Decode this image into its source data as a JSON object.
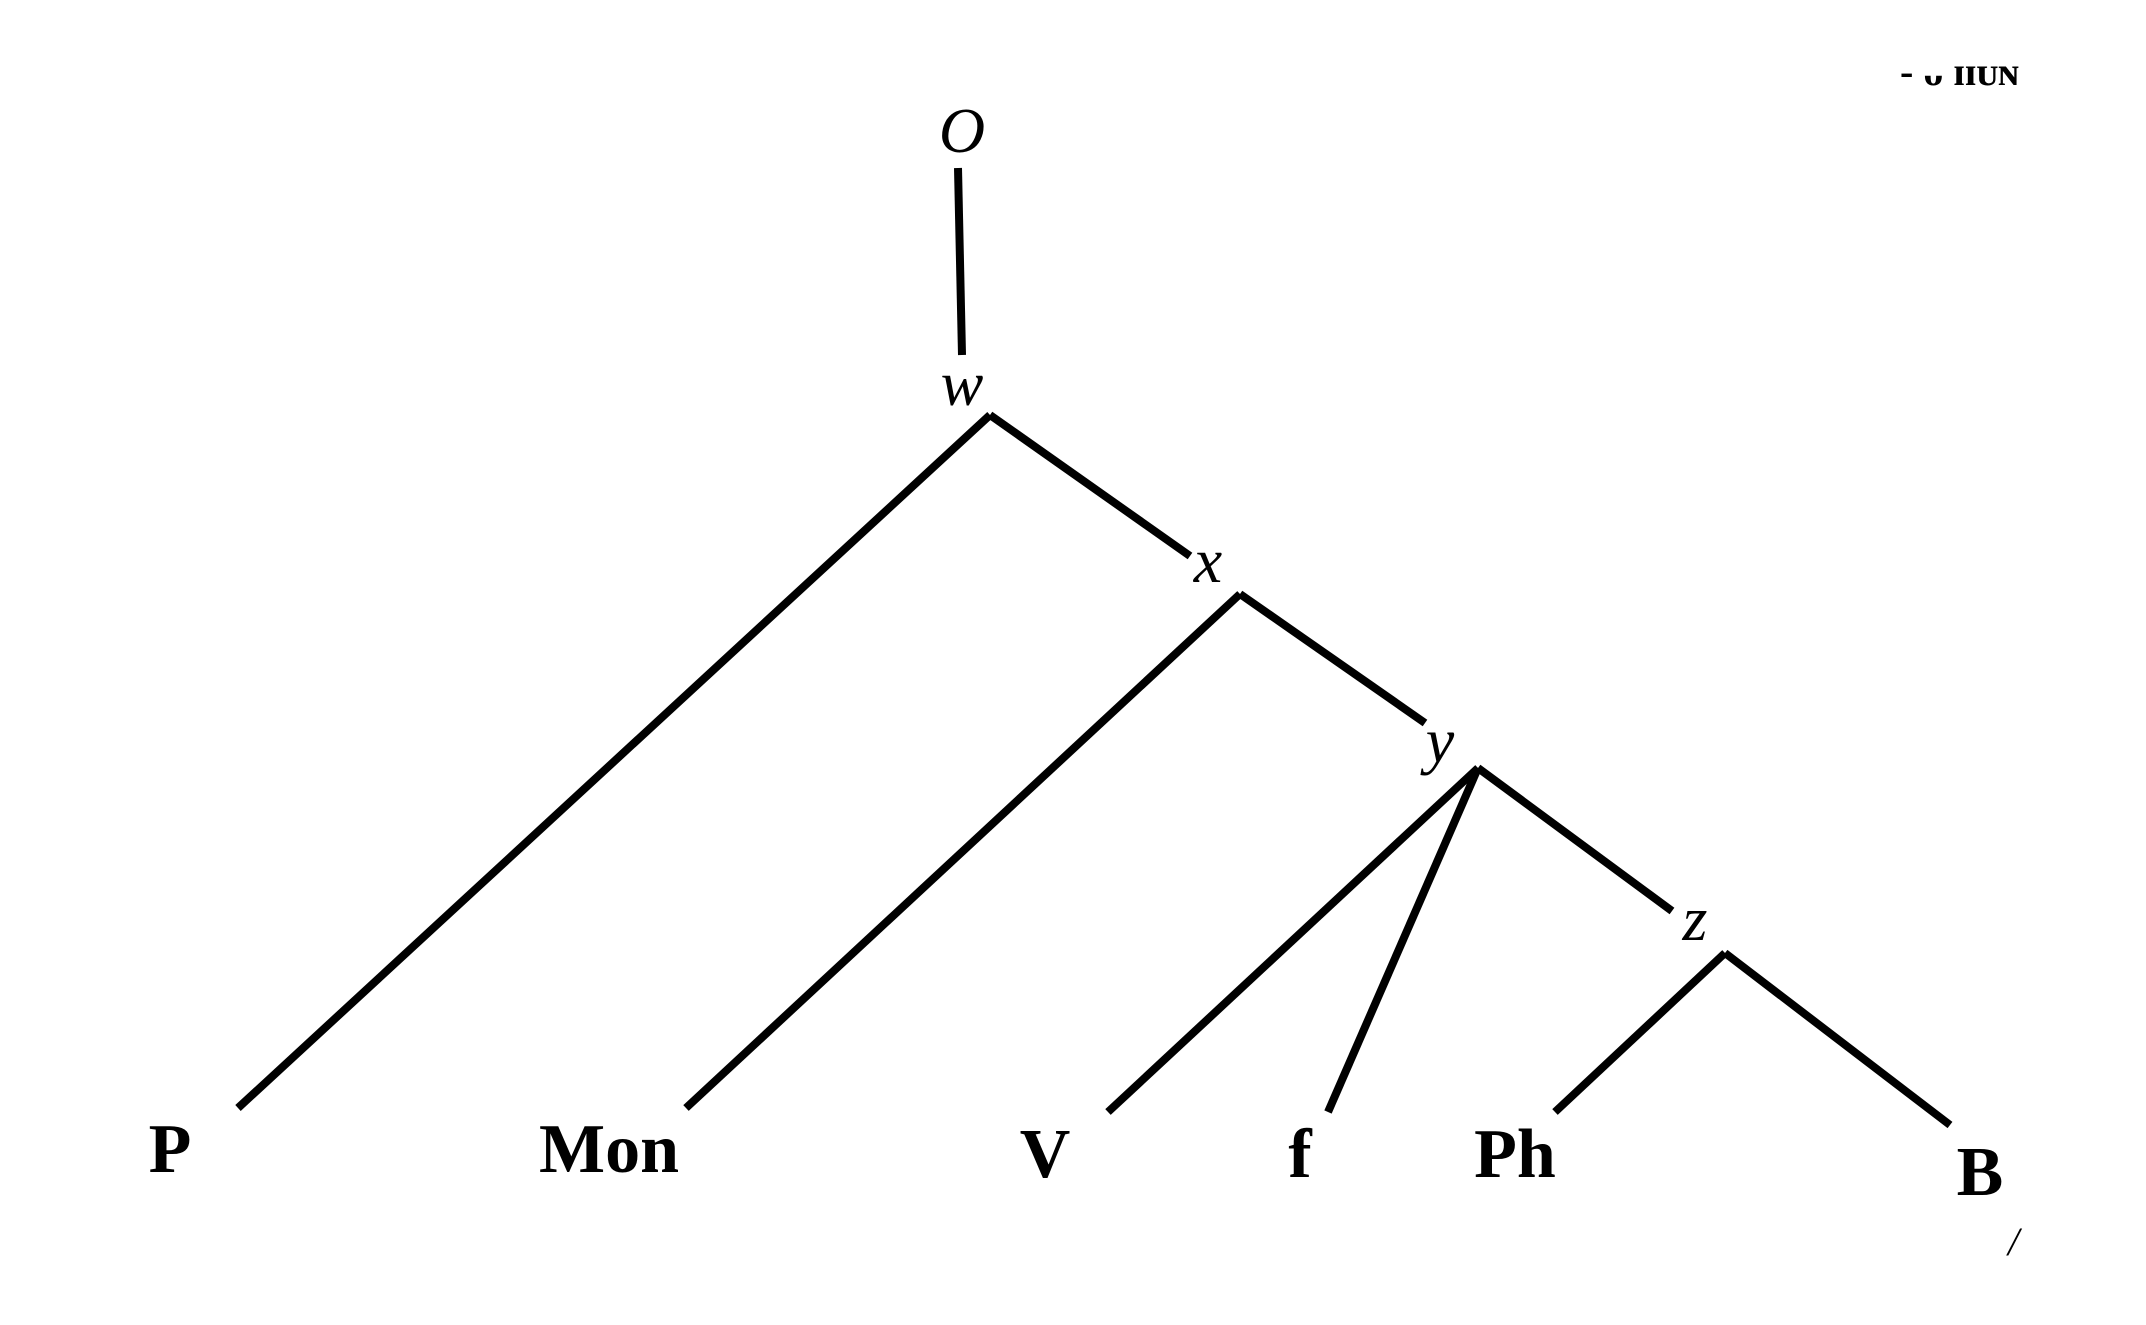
{
  "corner_fragment": "- ᴗ ɪɪᴜɴ",
  "stray_mark": "/",
  "tree": {
    "nodes": [
      {
        "id": "O",
        "label": "O",
        "kind": "root"
      },
      {
        "id": "w",
        "label": "w",
        "kind": "internal"
      },
      {
        "id": "x",
        "label": "x",
        "kind": "internal"
      },
      {
        "id": "y",
        "label": "y",
        "kind": "internal"
      },
      {
        "id": "z",
        "label": "z",
        "kind": "internal"
      },
      {
        "id": "P",
        "label": "P",
        "kind": "leaf"
      },
      {
        "id": "Mon",
        "label": "Mon",
        "kind": "leaf"
      },
      {
        "id": "V",
        "label": "V",
        "kind": "leaf"
      },
      {
        "id": "f",
        "label": "f",
        "kind": "leaf"
      },
      {
        "id": "Ph",
        "label": "Ph",
        "kind": "leaf"
      },
      {
        "id": "B",
        "label": "B",
        "kind": "leaf"
      }
    ],
    "edges": [
      {
        "from": "O",
        "to": "w"
      },
      {
        "from": "w",
        "to": "P"
      },
      {
        "from": "w",
        "to": "x"
      },
      {
        "from": "x",
        "to": "Mon"
      },
      {
        "from": "x",
        "to": "y"
      },
      {
        "from": "y",
        "to": "V"
      },
      {
        "from": "y",
        "to": "f"
      },
      {
        "from": "y",
        "to": "z"
      },
      {
        "from": "z",
        "to": "Ph"
      },
      {
        "from": "z",
        "to": "B"
      }
    ]
  }
}
